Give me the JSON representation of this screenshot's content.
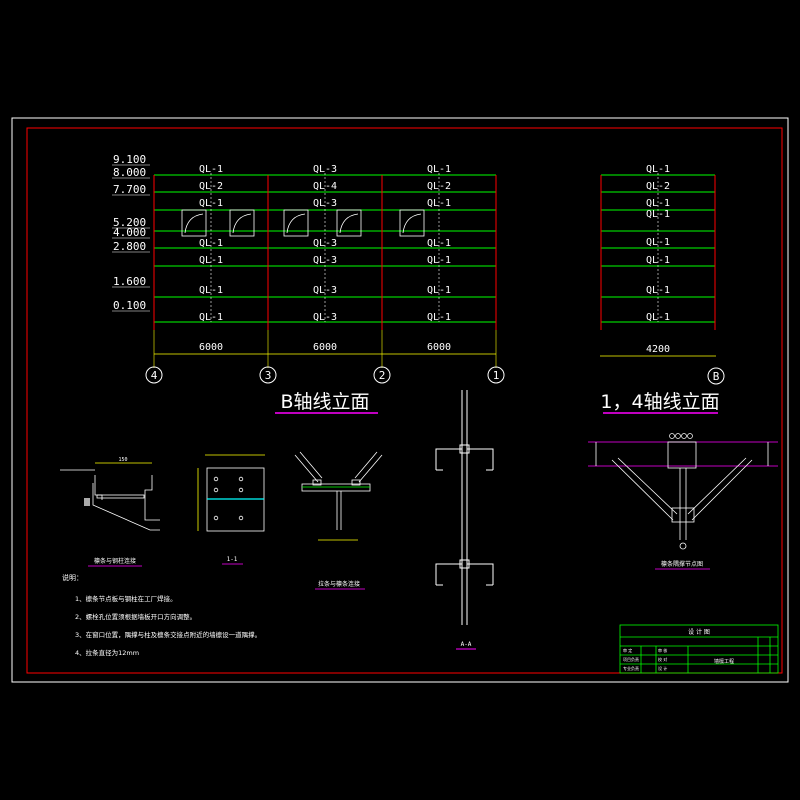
{
  "colors": {
    "background": "#000000",
    "outer_frame": "#ffffff",
    "inner_frame": "#ff0000",
    "beam": "#00ff00",
    "column": "#ff0000",
    "text": "#ffffff",
    "dim": "#ffff00",
    "title_underline": "#ff00ff",
    "section_lines": "#ffffff"
  },
  "elevation_b": {
    "title": "B轴线立面",
    "levels": [
      "9.100",
      "8.000",
      "7.700",
      "5.200",
      "4.000",
      "2.800",
      "1.600",
      "0.100"
    ],
    "bay_dims": [
      "6000",
      "6000",
      "6000"
    ],
    "axes": [
      "4",
      "3",
      "2",
      "1"
    ],
    "bays": [
      [
        "QL-1",
        "QL-2",
        "QL-1",
        "QL-1",
        "QL-1",
        "QL-1",
        "QL-1"
      ],
      [
        "QL-3",
        "QL-4",
        "QL-3",
        "QL-3",
        "QL-3",
        "QL-3",
        "QL-3"
      ],
      [
        "QL-1",
        "QL-2",
        "QL-1",
        "QL-1",
        "QL-1",
        "QL-1",
        "QL-1"
      ]
    ]
  },
  "elevation_14": {
    "title": "1，4轴线立面",
    "dim": "4200",
    "axis": "B",
    "labels": [
      "QL-1",
      "QL-2",
      "QL-1",
      "QL-1",
      "QL-1",
      "QL-1",
      "QL-1",
      "QL-1"
    ]
  },
  "details": {
    "d1_caption": "檩条与钢柱连接",
    "d2_caption": "1-1",
    "d3_caption": "拉条与檩条连接",
    "d4_caption": "A-A",
    "d5_caption": "檩条隅撑节点图",
    "d1_dim": "150"
  },
  "notes": {
    "heading": "说明：",
    "items": [
      "1、檩条节点板与钢柱在工厂焊接。",
      "2、螺栓孔位置须根据墙板开口方向调整。",
      "3、在窗口位置，隅撑与柱及檩条交接点附近的墙檩设一道隅撑。",
      "4、拉条直径为12mm"
    ]
  },
  "title_block": {
    "header": "设 计 图",
    "project": "墙檩工程",
    "rows": [
      "",
      "审 定",
      "项目负责",
      "专业负责"
    ],
    "rows2": [
      "审 核",
      "校 对",
      "设 计"
    ]
  }
}
